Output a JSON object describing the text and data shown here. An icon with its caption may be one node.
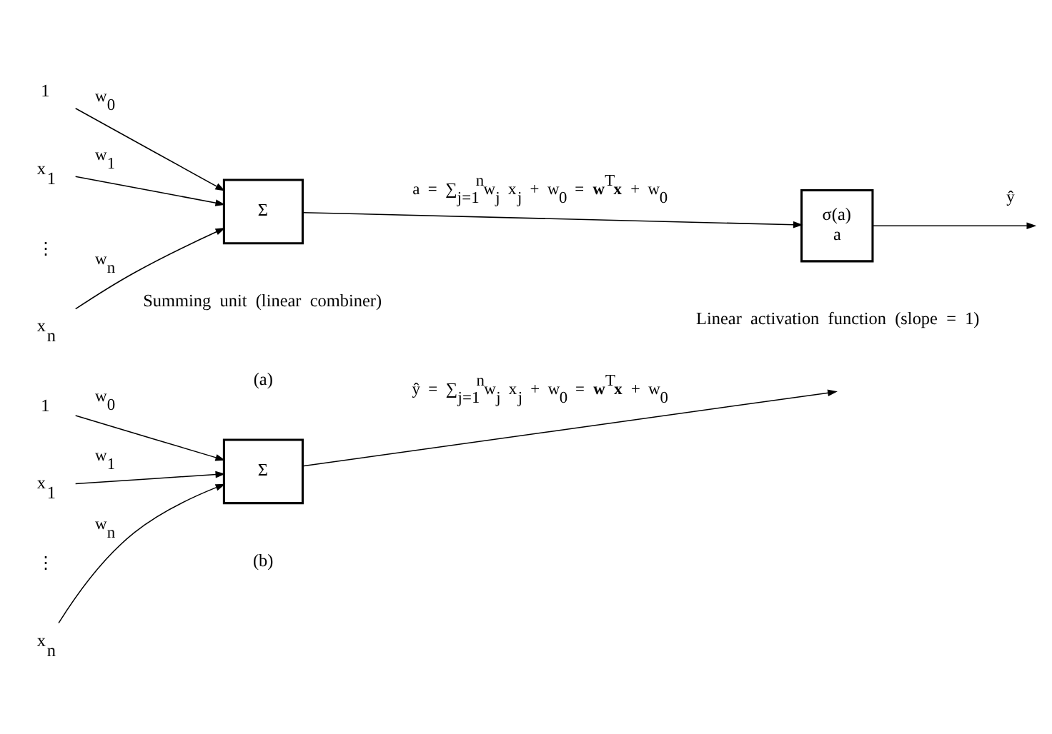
{
  "diagram": {
    "nodes": [
      {
        "text": [
          "1"
        ]
      },
      {
        "text": [
          "x$_{1}$"
        ]
      },
      {
        "text": [
          "x$_{n}$"
        ]
      },
      {
        "text": [
          "Σ"
        ],
        "beside": [
          "Summing unit (linear combiner)"
        ]
      },
      {
        "text": [
          "σ(a)",
          "a"
        ],
        "beside": [
          "Linear activation function (slope = 1)"
        ]
      },
      {
        "text": [
          "1"
        ]
      },
      {
        "text": [
          "x$_{1}$"
        ]
      },
      {
        "text": [
          "x$_{n}$"
        ]
      },
      {
        "text": [
          "Σ"
        ]
      }
    ],
    "edges": [
      {
        "from": 0,
        "to": 3,
        "arrow": "to",
        "label": "w$_{0}$"
      },
      {
        "from": 1,
        "to": 3,
        "arrow": "to",
        "label": "w$_{1}$"
      },
      {
        "from": 2,
        "to": 3,
        "arrow": "to",
        "label": "w$_{n}$"
      },
      {
        "from": 3,
        "to": 4,
        "arrow": "to",
        "label": "a = ∑$_{j=1}$$^{n}$w$_{j}$ x$_{j}$ + w$_{0}$ = **w**$^{T}$**x** + w$_{0}$"
      },
      {
        "from": 4,
        "to": null,
        "arrow": "to",
        "label": "ŷ"
      },
      {
        "from": 5,
        "to": 8,
        "arrow": "to",
        "label": "w$_{0}$"
      },
      {
        "from": 6,
        "to": 8,
        "arrow": "to",
        "label": "w$_{1}$"
      },
      {
        "from": 7,
        "to": 8,
        "arrow": "to",
        "label": "w$_{n}$"
      },
      {
        "from": 8,
        "to": null,
        "arrow": "to",
        "label": "ŷ = ∑$_{j=1}$$^{n}$w$_{j}$ x$_{j}$ + w$_{0}$ = **w**$^{T}$**x** + w$_{0}$"
      }
    ],
    "labels": [
      "⋮",
      "(a)",
      "⋮",
      "(b)"
    ]
  }
}
